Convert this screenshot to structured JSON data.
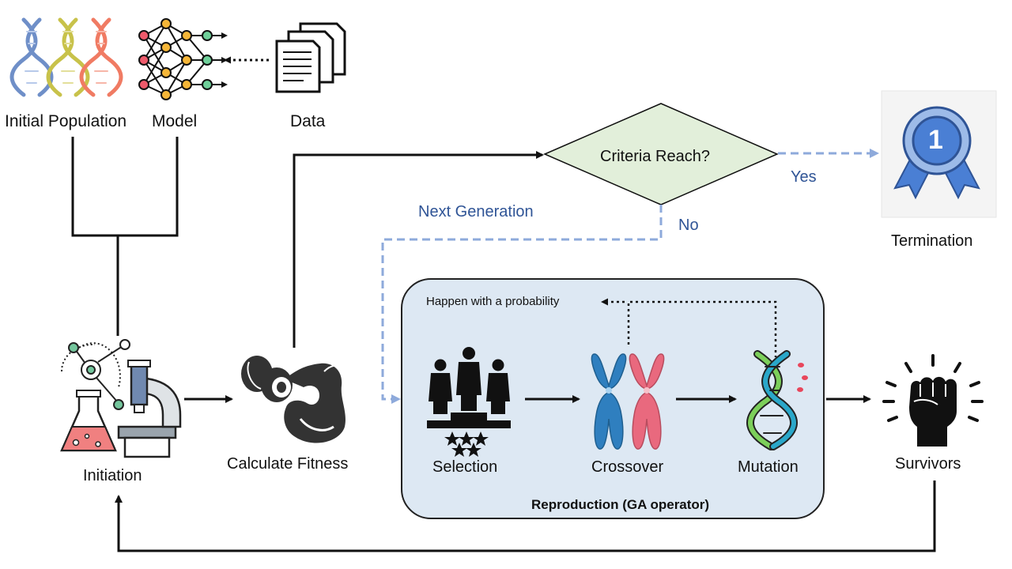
{
  "labels": {
    "initial_population": "Initial Population",
    "model": "Model",
    "data": "Data",
    "criteria": "Criteria Reach?",
    "yes": "Yes",
    "no": "No",
    "next_generation": "Next Generation",
    "termination": "Termination",
    "initiation": "Initiation",
    "calculate_fitness": "Calculate Fitness",
    "happen_with_probability": "Happen with a probability",
    "selection": "Selection",
    "crossover": "Crossover",
    "mutation": "Mutation",
    "survivors": "Survivors",
    "reproduction": "Reproduction (GA operator)",
    "medal_number": "1"
  },
  "colors": {
    "decision_fill": "#e2efda",
    "reproduction_fill": "#dde8f3",
    "dashed_arrow": "#8eaadb",
    "blue_text": "#2f5496",
    "medal_blue": "#4a7fd4"
  },
  "icons": [
    "dna-icon",
    "neural-network-icon",
    "documents-icon",
    "medal-icon",
    "microscope-icon",
    "flask-icon",
    "dumbbell-arm-icon",
    "podium-icon",
    "chromosome-icon",
    "mutation-dna-icon",
    "fist-icon"
  ]
}
